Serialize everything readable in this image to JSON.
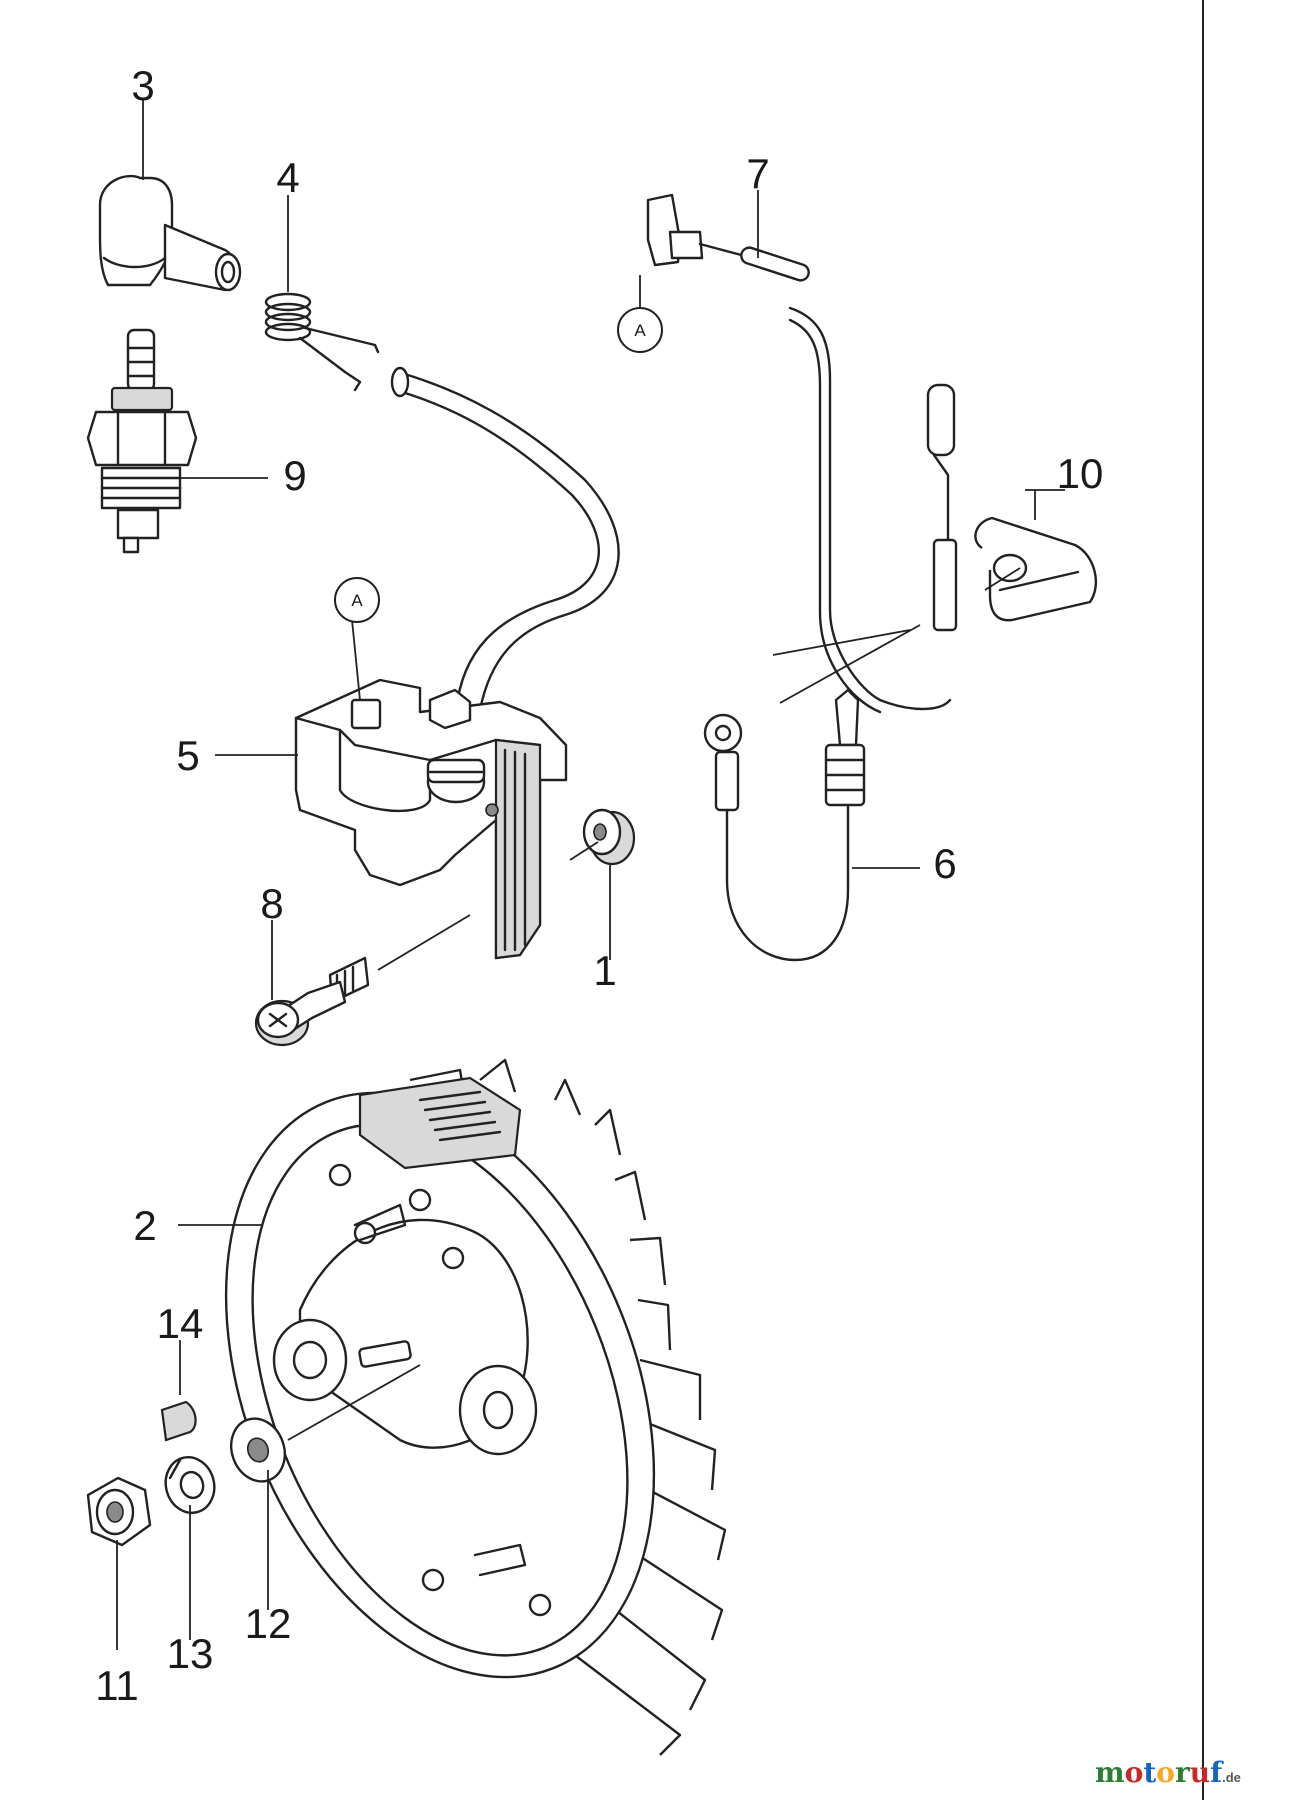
{
  "diagram": {
    "part_numbers": [
      "1",
      "2",
      "3",
      "4",
      "5",
      "6",
      "7",
      "8",
      "9",
      "10",
      "11",
      "12",
      "13",
      "14"
    ],
    "connector_refs": [
      "A",
      "A"
    ]
  },
  "watermark": {
    "segments": [
      {
        "text": "m",
        "color": "#2e7d32"
      },
      {
        "text": "o",
        "color": "#c62828"
      },
      {
        "text": "t",
        "color": "#1565c0"
      },
      {
        "text": "o",
        "color": "#f9a825"
      },
      {
        "text": "r",
        "color": "#2e7d32"
      },
      {
        "text": "u",
        "color": "#c62828"
      },
      {
        "text": "f",
        "color": "#1565c0"
      }
    ],
    "suffix": ".de"
  }
}
